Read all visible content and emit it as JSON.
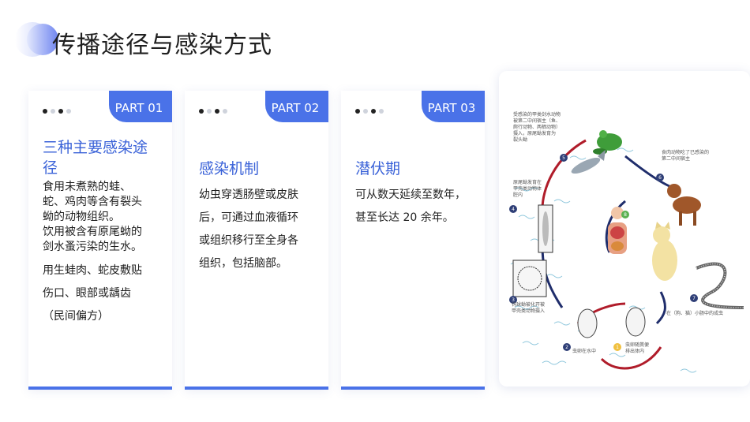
{
  "page": {
    "title": "传播途径与感染方式"
  },
  "cards": [
    {
      "tab": "PART 01",
      "title_lines": [
        "三种主要感染途",
        "径"
      ],
      "body_a": [
        "食用未煮熟的蛙、",
        "蛇、鸡肉等含有裂头",
        "蚴的动物组织。",
        "饮用被含有原尾蚴的",
        "剑水蚤污染的生水。"
      ],
      "body_b": [
        "用生蛙肉、蛇皮敷贴",
        "伤口、眼部或龋齿",
        "（民间偏方）"
      ]
    },
    {
      "tab": "PART 02",
      "title_lines": [
        "感染机制"
      ],
      "body_b": [
        "幼虫穿透肠壁或皮肤",
        "后，可通过血液循环",
        "或组织移行至全身各",
        "组织，包括脑部。"
      ]
    },
    {
      "tab": "PART 03",
      "title_lines": [
        "潜伏期"
      ],
      "body_b": [
        "可从数天延续至数年，",
        "甚至长达 20 余年。"
      ]
    }
  ],
  "diagram": {
    "numbers": [
      "1",
      "2",
      "3",
      "4",
      "5",
      "6",
      "7",
      "8"
    ],
    "annotations": {
      "a5": [
        "受感染的甲类剑水动物",
        "被第二中间宿主（鱼、",
        "爬行动物、两栖动物）",
        "摄入，原尾蚴发育为",
        "裂头蚴"
      ],
      "a4": [
        "原尾蚴发育在",
        "甲壳类动物体",
        "腔内"
      ],
      "a6": [
        "食肉动物吃了已感染的",
        "第二中间宿主"
      ],
      "a3": [
        "钩球蚴被化开被",
        "甲壳类动物摄入"
      ],
      "a7": [
        "在（狗、猫）小肠中的成虫"
      ],
      "a2": [
        "虫卵在水中"
      ],
      "a1": [
        "虫卵随粪便",
        "排出体内"
      ]
    }
  }
}
